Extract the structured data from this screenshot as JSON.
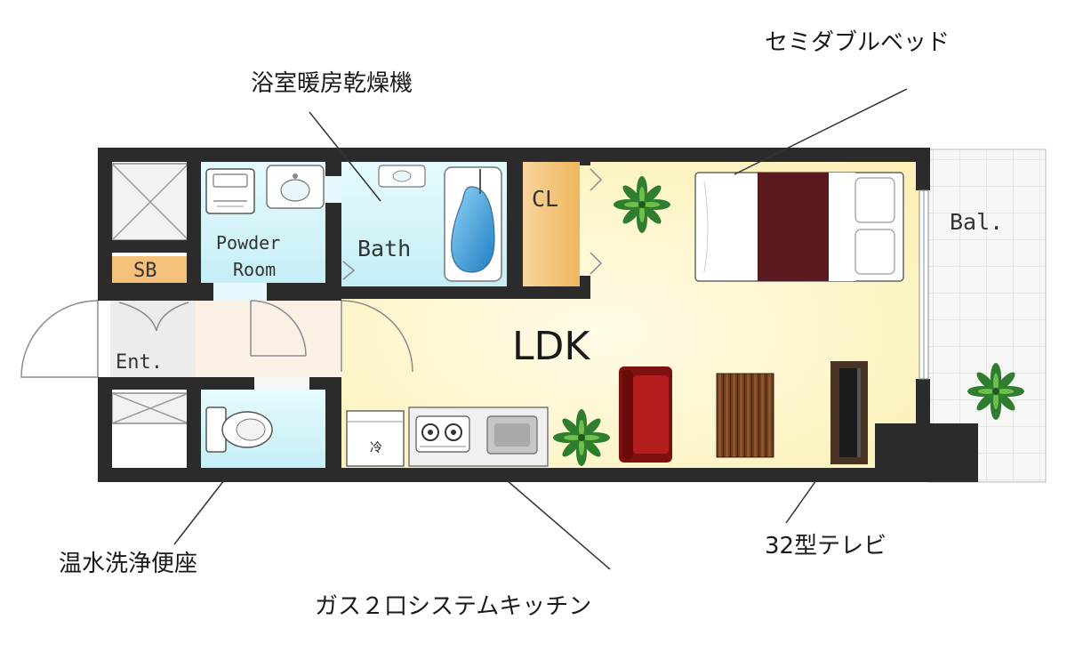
{
  "rooms": {
    "ldk": "LDK",
    "bath": "Bath",
    "powder_line1": "Powder",
    "powder_line2": "Room",
    "closet": "CL",
    "shoe_box": "SB",
    "entrance": "Ent.",
    "balcony": "Bal."
  },
  "fridge_mark": "冷",
  "callouts": {
    "bath_dryer": "浴室暖房乾燥機",
    "semi_double_bed": "セミダブルベッド",
    "washlet": "温水洗浄便座",
    "kitchen": "ガス２口システムキッチン",
    "tv": "32型テレビ"
  },
  "icons": [
    "plant-icon",
    "bed-icon",
    "sofa-icon",
    "rug-icon",
    "tv-icon",
    "stove-icon",
    "sink-icon",
    "bathtub-icon",
    "toilet-icon",
    "washing-machine-icon",
    "fridge-icon"
  ],
  "colors": {
    "wall": "#2b2b2b",
    "ldk_floor": "#fdf6cf",
    "wet_area": "#d3f3f8",
    "closet": "#f5c27c",
    "balcony_tile": "#f4f4f4",
    "sofa": "#9a1616",
    "bed_cover": "#5c1a1f"
  }
}
